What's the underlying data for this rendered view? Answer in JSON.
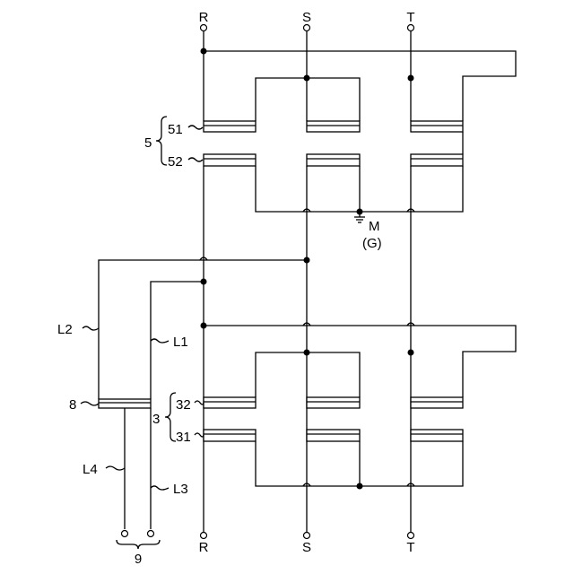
{
  "terminals": {
    "top": [
      "R",
      "S",
      "T"
    ],
    "bottom": [
      "R",
      "S",
      "T"
    ]
  },
  "unit_5": {
    "label": "5",
    "upper_layer": "51",
    "lower_layer": "52"
  },
  "unit_3": {
    "label": "3",
    "upper_layer": "32",
    "lower_layer": "31"
  },
  "ground": {
    "label": "M",
    "sub_label": "(G)"
  },
  "leads": {
    "l1": "L1",
    "l2": "L2",
    "l3": "L3",
    "l4": "L4"
  },
  "member_8": "8",
  "terminal_group_9": "9"
}
